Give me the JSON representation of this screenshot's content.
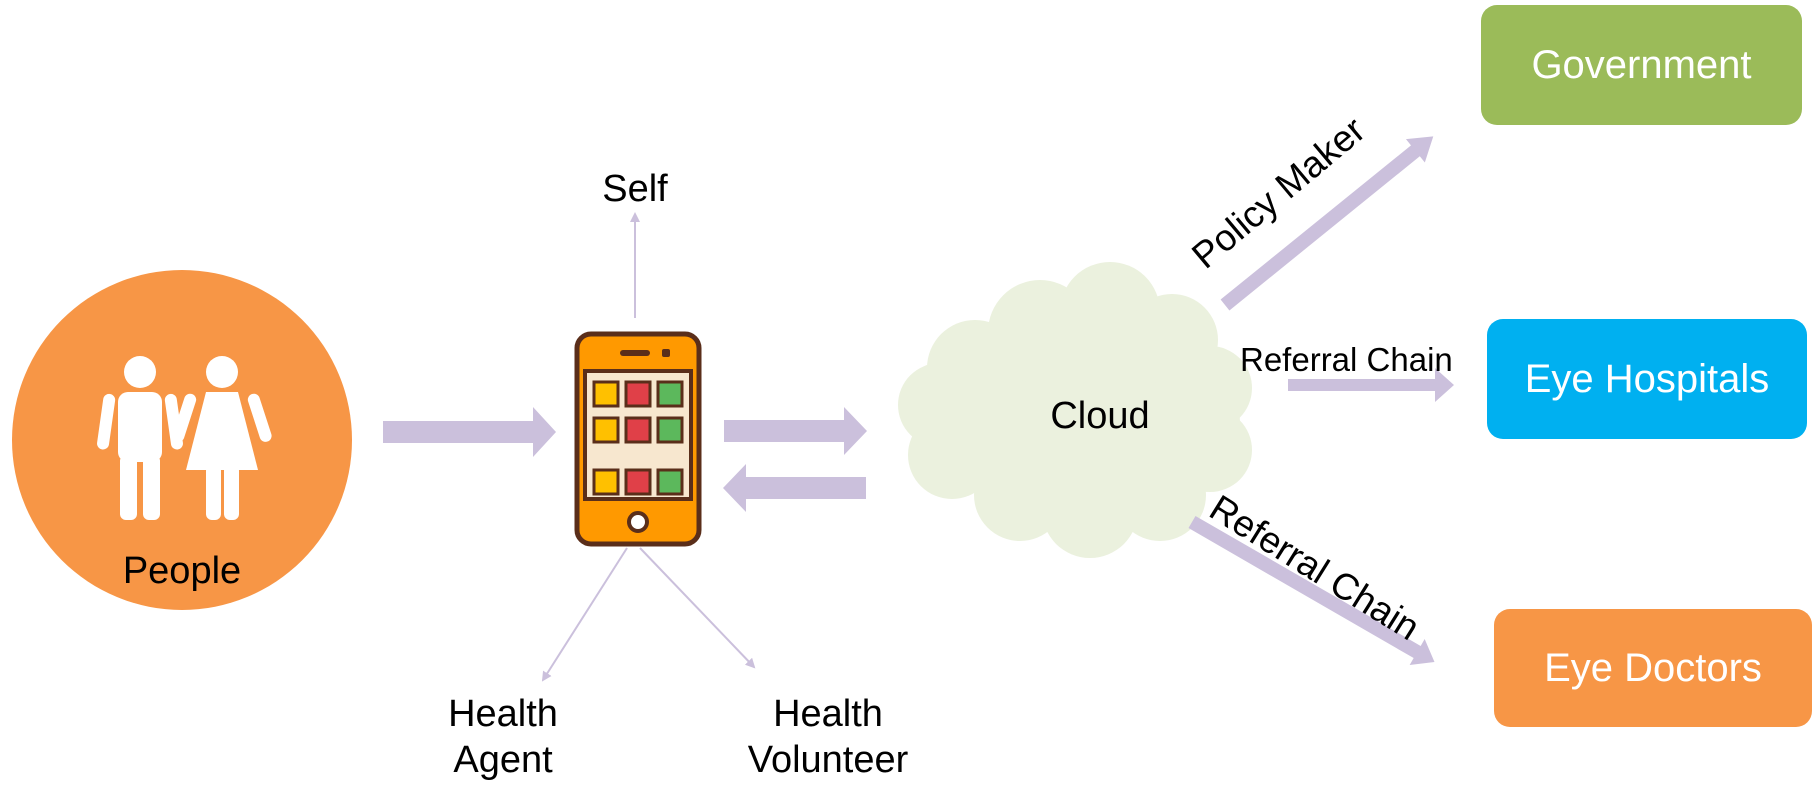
{
  "nodes": {
    "people": "People",
    "self": "Self",
    "health_agent": "Health\nAgent",
    "health_volunteer": "Health\nVolunteer",
    "cloud": "Cloud",
    "government": "Government",
    "eye_hospitals": "Eye Hospitals",
    "eye_doctors": "Eye Doctors"
  },
  "edges": {
    "policy_maker": "Policy Maker",
    "referral_chain_hospitals": "Referral Chain",
    "referral_chain_doctors": "Referral Chain"
  },
  "colors": {
    "people_circle": "#f79646",
    "arrow": "#cbc0dc",
    "cloud": "#ebf1de",
    "government": "#9bbb59",
    "eye_hospitals": "#00b0f0",
    "eye_doctors": "#f79646",
    "phone_body": "#ff9900",
    "phone_outline": "#5a2e1a"
  },
  "icons": {
    "people": "man-woman-icon",
    "phone": "smartphone-app-grid-icon"
  }
}
